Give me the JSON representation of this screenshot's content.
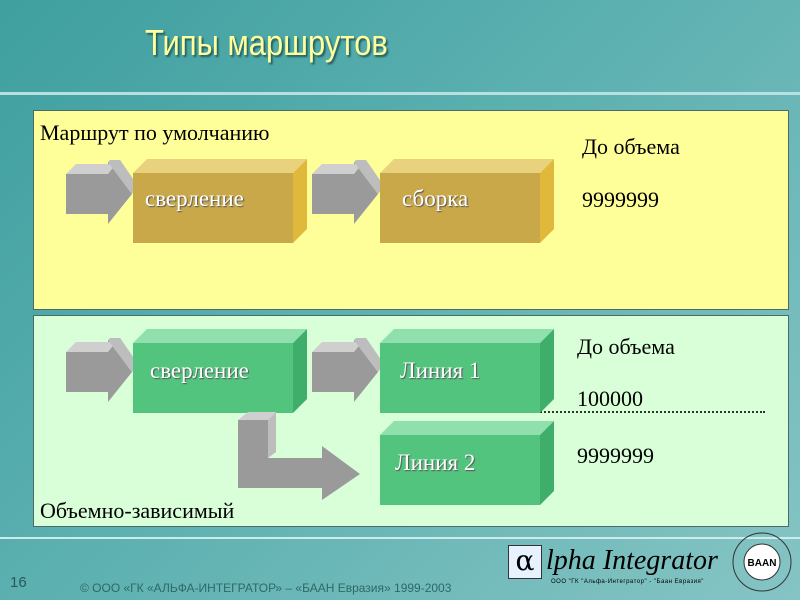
{
  "slide": {
    "title": "Типы маршрутов",
    "number": "16",
    "footer": "© ООО «ГК «АЛЬФА-ИНТЕГРАТОР» – «БААН Евразия» 1999-2003"
  },
  "default_route": {
    "label": "Маршрут по умолчанию",
    "steps": [
      "сверление",
      "сборка"
    ],
    "volume_label": "До объема",
    "volume_value": "9999999"
  },
  "volume_route": {
    "label": "Объемно-зависимый",
    "step": "сверление",
    "line1": "Линия 1",
    "line2": "Линия 2",
    "volume_label": "До объема",
    "volume_value_1": "100000",
    "volume_value_2": "9999999"
  },
  "logo": {
    "alpha": "α",
    "text": "lpha Integrator",
    "subtitle": "ООО \"ГК \"Альфа-Интегратор\" - \"Баан Евразия\"",
    "seal_text": "BAAN"
  },
  "colors": {
    "gold_front": "#c9a84a",
    "green_front": "#52c47e",
    "arrow_front": "#9a9a9a",
    "panel_yellow": "#ffff99",
    "panel_green": "#d9ffd9",
    "title": "#ffff9e"
  }
}
